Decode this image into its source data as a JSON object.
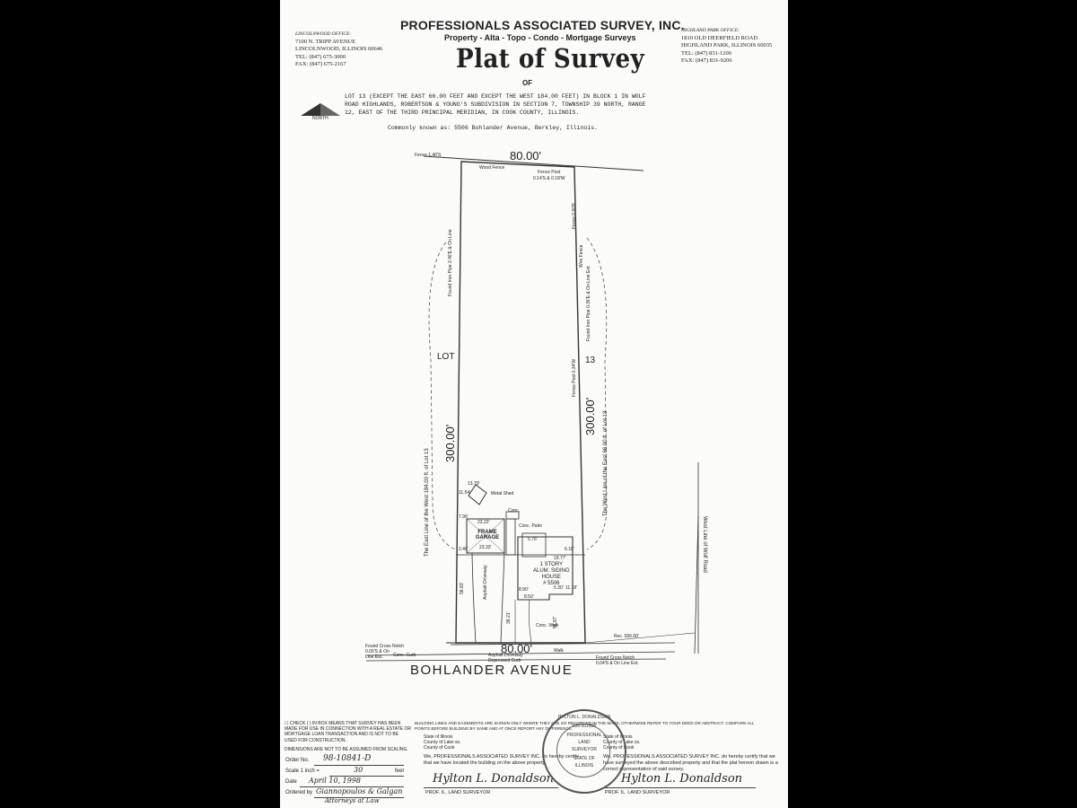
{
  "header": {
    "company": "PROFESSIONALS ASSOCIATED SURVEY, INC.",
    "services": "Property - Alta - Topo - Condo - Mortgage Surveys",
    "title": "Plat of Survey",
    "of": "OF",
    "left_office": {
      "heading": "LINCOLNWOOD OFFICE:",
      "lines": [
        "7100 N. TRIPP AVENUE",
        "LINCOLNWOOD, ILLINOIS 60646",
        "TEL: (847) 675-3000",
        "FAX: (847) 675-2167"
      ]
    },
    "right_office": {
      "heading": "HIGHLAND PARK OFFICE:",
      "lines": [
        "1810 OLD DEERFIELD ROAD",
        "HIGHLAND PARK, ILLINOIS 60035",
        "TEL: (847) 831-1200",
        "FAX: (847) 831-9206"
      ]
    }
  },
  "north_label": "NORTH",
  "legal_description": [
    "LOT 13 (EXCEPT THE EAST 66.00 FEET AND EXCEPT THE WEST 184.00 FEET) IN BLOCK 1 IN WOLF",
    "ROAD HIGHLANDS, ROBERTSON & YOUNG'S SUBDIVISION IN SECTION 7, TOWNSHIP 39 NORTH, RANGE",
    "12, EAST OF THE THIRD PRINCIPAL MERIDIAN, IN COOK COUNTY, ILLINOIS."
  ],
  "commonly_known": "Commonly known as: 5506 Bohlander Avenue, Berkley, Illinois.",
  "plat": {
    "top_dim": "80.00'",
    "bottom_dim": "80.00'",
    "west_dim": "300.00'",
    "east_dim": "300.00'",
    "lot_label": "LOT",
    "lot_number": "13",
    "fence_nw": "Fence 1.40'S",
    "wood_fence": "Wood Fence",
    "fence_post": "Fence Post",
    "fence_post_2": "0.14'S & 0.18'W",
    "west_fence_note": "Found Iron Pipe 2.46'E & On Line",
    "east_fence_note": "Fence 0.60'E",
    "east_fence_line": "Found Iron Pipe 0.36'E & On Line  Ext.",
    "east_wire_fence": "Wire Fence",
    "fence_post_3": "Fence Post 0.34'W",
    "west_line_text": "The East Line of the West 184.00 ft. of Lot 13",
    "east_line_text": "The West Line of the East 66.00 ft. of Lot 13",
    "wolf_road_text": "West Line of Wolf Road",
    "metal_shed": "Metal Shed",
    "garage": "FRAME GARAGE",
    "conc": "Conc.",
    "conc_patio": "Conc. Patio",
    "house": [
      "1 STORY",
      "ALUM. SIDING",
      "HOUSE",
      "# 5506"
    ],
    "driveway": "Asphalt Driveway",
    "conc_walk": "Conc. Walk",
    "rec": "Rec. 566.00'",
    "walk": "Walk",
    "conc_curb": "Conc. Curb",
    "found_cross_left": [
      "Found Cross Notch",
      "0.05'S & On",
      "Line Ext."
    ],
    "found_cross_right": [
      "Found Cross Notch",
      "0.04'S & On Line Ext."
    ],
    "asphalt_driveway_bottom": [
      "Asphalt Driveway",
      "Depressed Curb"
    ],
    "dims": [
      "13.79'",
      "11.54'",
      "7.96'",
      "23.22'",
      "23.33'",
      "2.46'",
      "5.76'",
      "6.18'",
      "19.77'",
      "8.90'",
      "5.30'",
      "11.18'",
      "8.50'",
      "58.83'",
      "56.87'",
      "38.21'"
    ],
    "street": "BOHLANDER   AVENUE"
  },
  "footer": {
    "check_note": "☐ CHECK ( ) IN BOX MEANS THAT SURVEY HAS BEEN MADE FOR USE IN CONNECTION WITH A REAL ESTATE OR MORTGAGE LOAN TRANSACTION AND IS NOT TO BE USED FOR CONSTRUCTION.",
    "dimensions_note": "DIMENSIONS ARE NOT TO BE ASSUMED FROM SCALING.",
    "building_note": "BUILDING LINES AND EASEMENTS ARE SHOWN ONLY WHERE THEY ARE SO RECORDED IN THE MAPS, OTHERWISE REFER TO YOUR DEED OR ABSTRACT. COMPARE ALL POINTS BEFORE BUILDING BY SAME AND AT ONCE REPORT ANY DIFFERENCE.",
    "state_left": [
      "State of Illinois",
      "County of Lake   ss.",
      "County of Cook"
    ],
    "state_right": [
      "State of Illinois",
      "County of Lake   ss.",
      "County of Cook"
    ],
    "cert_left": "We, PROFESSIONALS ASSOCIATED SURVEY INC. do hereby certify that we have located the building on the above property.",
    "cert_right": "We, PROFESSIONALS ASSOCIATED SURVEY INC. do hereby certify that we have surveyed the above described property and that the plat hereon drawn is a correct representation of said survey.",
    "order_label": "Order No.",
    "order_value": "98-10841-D",
    "scale_label": "Scale 1 inch =",
    "scale_value": "30",
    "scale_unit": "feet",
    "date_label": "Date",
    "date_value": "April 10, 1998",
    "ordered_label": "Ordered by",
    "ordered_value": "Giannopoulos & Galgan",
    "ordered_value_2": "Attorneys at Law",
    "signature": "Hylton L. Donaldson",
    "prof_left": "PROF. IL. LAND SURVEYOR",
    "prof_right": "PROF. IL. LAND SURVEYOR",
    "stamp": [
      "HYLTON L. DONALDSON",
      "035-002996",
      "PROFESSIONAL",
      "LAND",
      "SURVEYOR",
      "STATE OF",
      "ILLINOIS"
    ]
  }
}
